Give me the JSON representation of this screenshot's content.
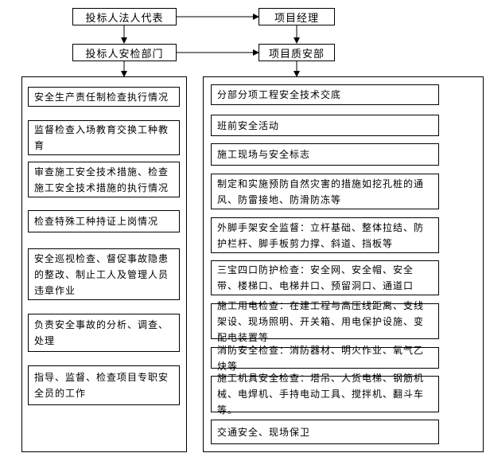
{
  "top": {
    "legal_rep": "投标人法人代表",
    "project_manager": "项目经理",
    "safety_dept": "投标人安检部门",
    "quality_dept": "项目质安部"
  },
  "left_items": [
    "安全生产责任制检查执行情况",
    "监督检查入场教育交换工种教育",
    "审查施工安全技术措施、检查施工安全技术措施的执行情况",
    "检查特殊工种持证上岗情况",
    "安全巡视检查、督促事故隐患的整改、制止工人及管理人员违章作业",
    "负责安全事故的分析、调查、处理",
    "指导、监督、检查项目专职安全员的工作"
  ],
  "right_items": [
    "分部分项工程安全技术交底",
    "班前安全活动",
    "施工现场与安全标志",
    "制定和实施预防自然灾害的措施如挖孔桩的通风、防雷接地、防滑防冻等",
    "外脚手架安全监督：立杆基础、整体拉结、防护栏杆、脚手板剪力撑、斜道、挡板等",
    "三宝四口防护检查：安全网、安全帽、安全带、楼梯口、电梯井口、预留洞口、通道口",
    "施工用电检查：在建工程与高压线距离、支线架设、现场照明、开关箱、用电保护设施、变配电装置等",
    "消防安全检查：消防器材、明火作业、氧气乙炔等",
    "施工机具安全检查：塔吊、人货电梯、钢筋机械、电焊机、手持电动工具、搅拌机、翻斗车等。",
    "交通安全、现场保卫"
  ]
}
